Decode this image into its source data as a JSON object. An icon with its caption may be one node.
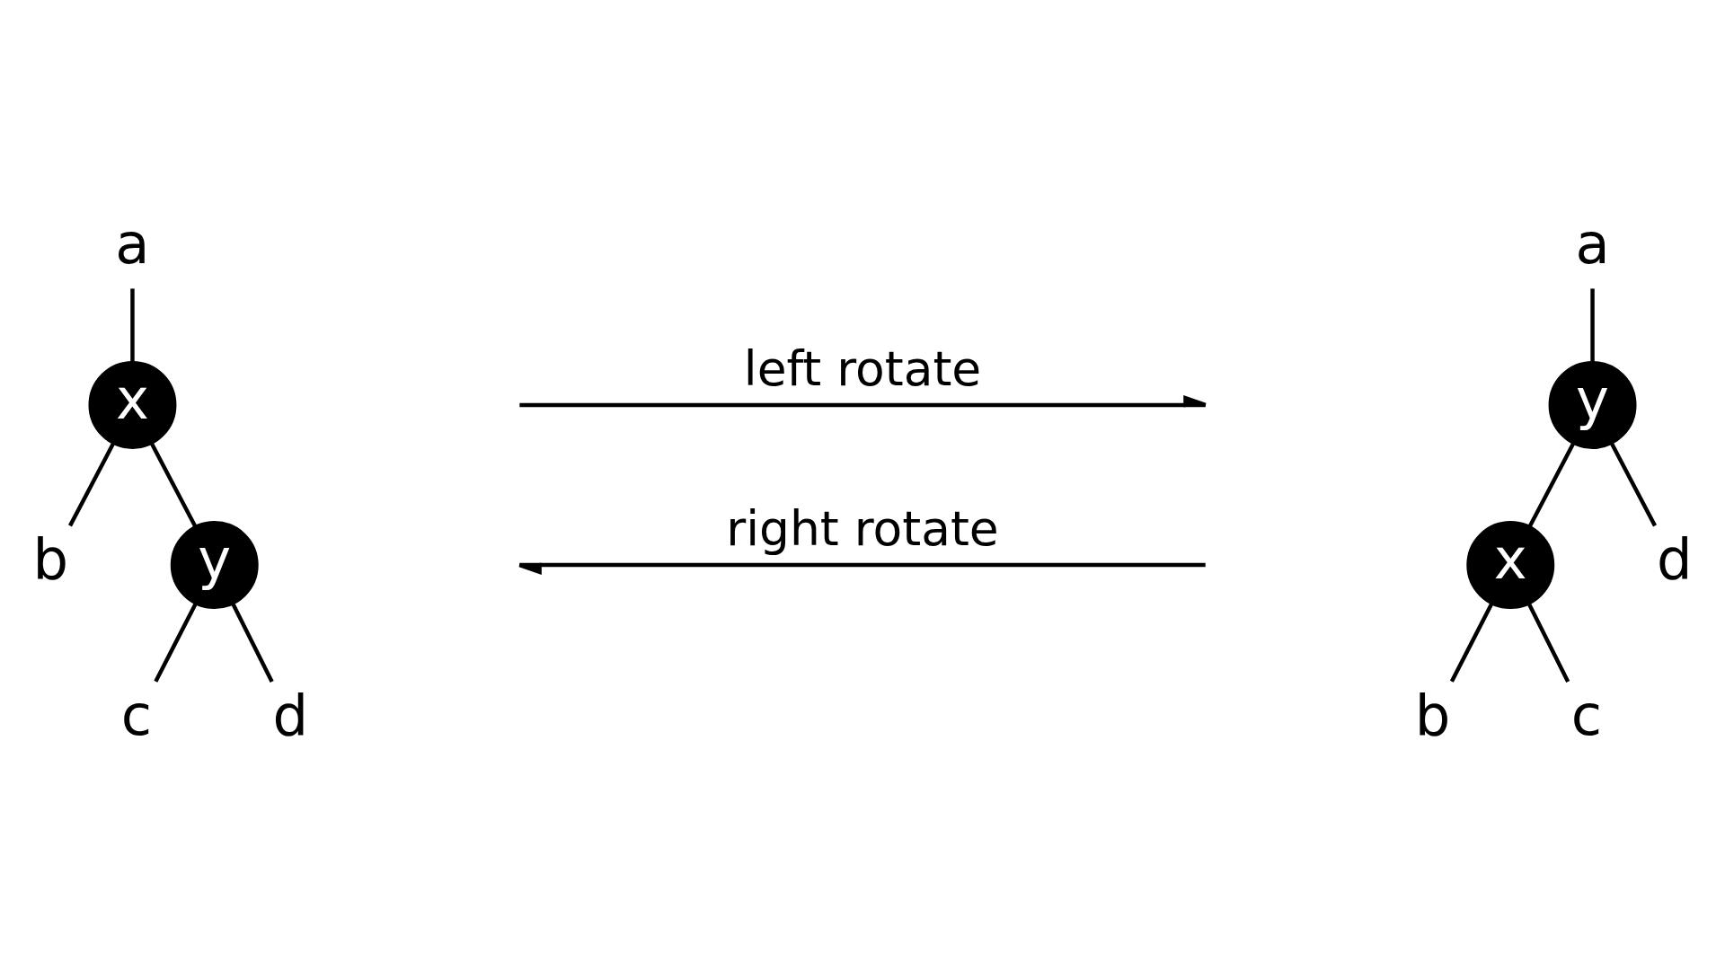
{
  "diagram": {
    "nodes": [
      {
        "text": [
          "a"
        ]
      },
      {
        "text": [
          "x"
        ]
      },
      {
        "text": [
          "b"
        ]
      },
      {
        "text": [
          "y"
        ]
      },
      {
        "text": [
          "c"
        ]
      },
      {
        "text": [
          "d"
        ]
      },
      {
        "text": [
          "a"
        ]
      },
      {
        "text": [
          "y"
        ]
      },
      {
        "text": [
          "x"
        ]
      },
      {
        "text": [
          "d"
        ]
      },
      {
        "text": [
          "b"
        ]
      },
      {
        "text": [
          "c"
        ]
      }
    ],
    "edges": [
      {
        "from": 0,
        "to": 1,
        "arrow": "none"
      },
      {
        "from": 1,
        "to": 2,
        "arrow": "none"
      },
      {
        "from": 1,
        "to": 3,
        "arrow": "none"
      },
      {
        "from": 3,
        "to": 4,
        "arrow": "none"
      },
      {
        "from": 3,
        "to": 5,
        "arrow": "none"
      },
      {
        "from": 6,
        "to": 7,
        "arrow": "none"
      },
      {
        "from": 7,
        "to": 8,
        "arrow": "none"
      },
      {
        "from": 7,
        "to": 9,
        "arrow": "none"
      },
      {
        "from": 8,
        "to": 10,
        "arrow": "none"
      },
      {
        "from": 8,
        "to": 11,
        "arrow": "none"
      }
    ],
    "labels": [
      "left rotate",
      "right rotate"
    ]
  }
}
